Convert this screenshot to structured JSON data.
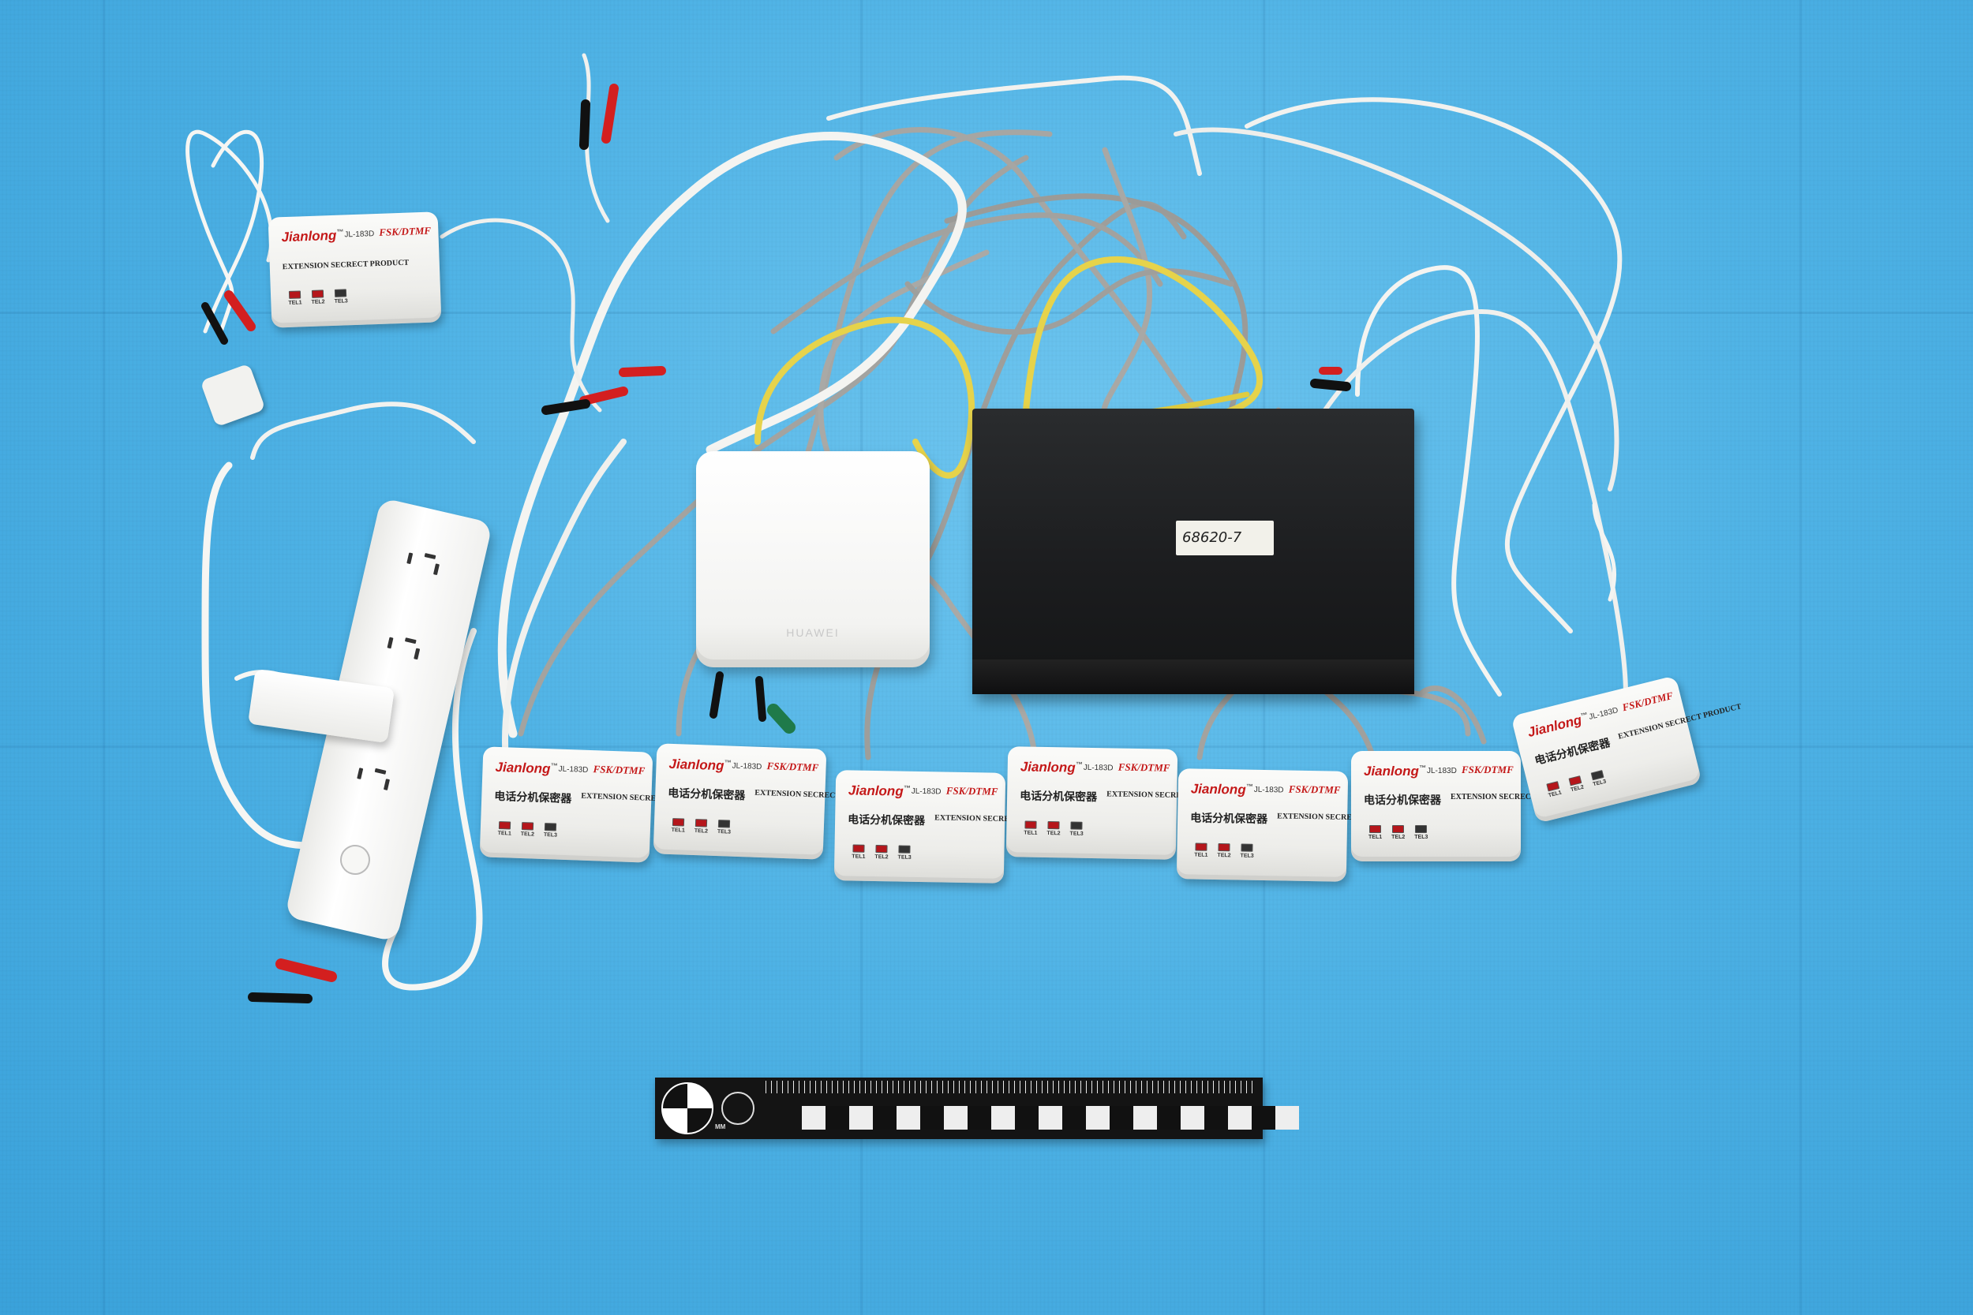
{
  "scene": {
    "description_labels": {
      "router_brand": "HUAWEI",
      "gateway_tag": "68620-7"
    }
  },
  "splitter_text": {
    "brand": "Jianlong",
    "trademark": "™",
    "model": "JL-183D",
    "protocol": "FSK/DTMF",
    "chinese_title": "电话分机保密器",
    "english_title": "EXTENSION SECRECT PRODUCT",
    "ports": [
      "TEL1",
      "TEL2",
      "TEL3"
    ]
  },
  "ruler": {
    "unit": "MM"
  },
  "colors": {
    "cloth_blue": "#4fb3e6",
    "brand_red": "#c41818",
    "gateway_black": "#1c1d1f",
    "device_white": "#f3f3f1",
    "clip_red": "#d31f1f",
    "ethernet_yellow": "#e9d44a",
    "cable_grey": "#9a9a96"
  }
}
